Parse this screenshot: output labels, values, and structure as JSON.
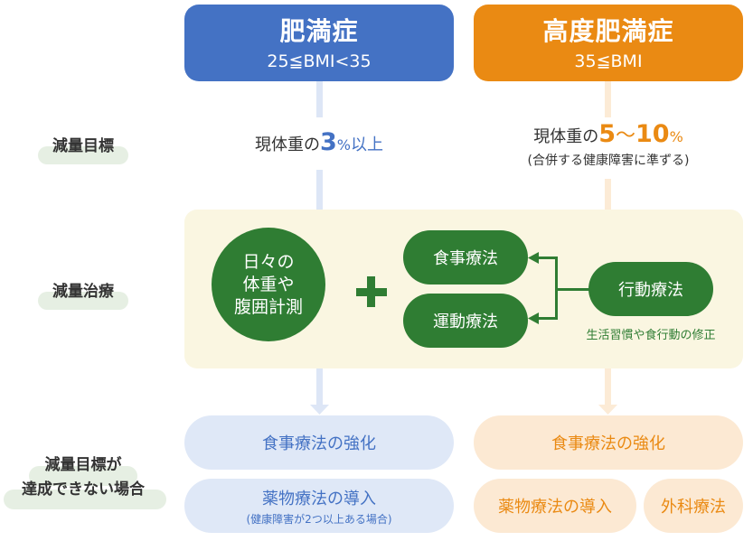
{
  "columns": {
    "obesity": {
      "title": "肥満症",
      "criteria": "25≦BMI<35",
      "color": "#4472c4"
    },
    "severe_obesity": {
      "title": "高度肥満症",
      "criteria": "35≦BMI",
      "color": "#ea8a13"
    }
  },
  "rows": {
    "goal_label": "減量目標",
    "treatment_label": "減量治療",
    "fail_label_line1": "減量目標が",
    "fail_label_line2": "達成できない場合"
  },
  "goals": {
    "obesity": {
      "prefix": "現体重の",
      "value": "3",
      "unit": "%",
      "suffix": "以上"
    },
    "severe_obesity": {
      "prefix": "現体重の",
      "value_from": "5",
      "tilde": "〜",
      "value_to": "10",
      "unit": "%",
      "note": "(合併する健康障害に準ずる)"
    }
  },
  "treatment": {
    "measure_line1": "日々の",
    "measure_line2": "体重や",
    "measure_line3": "腹囲計測",
    "plus": "+",
    "diet": "食事療法",
    "exercise": "運動療法",
    "behavior": "行動療法",
    "behavior_note": "生活習慣や食行動の修正",
    "color": "#2f7d33"
  },
  "fallback": {
    "obesity": {
      "diet_boost": "食事療法の強化",
      "drug": "薬物療法の導入",
      "drug_note": "(健康障害が2つ以上ある場合)"
    },
    "severe_obesity": {
      "diet_boost": "食事療法の強化",
      "drug": "薬物療法の導入",
      "surgery": "外科療法"
    }
  }
}
